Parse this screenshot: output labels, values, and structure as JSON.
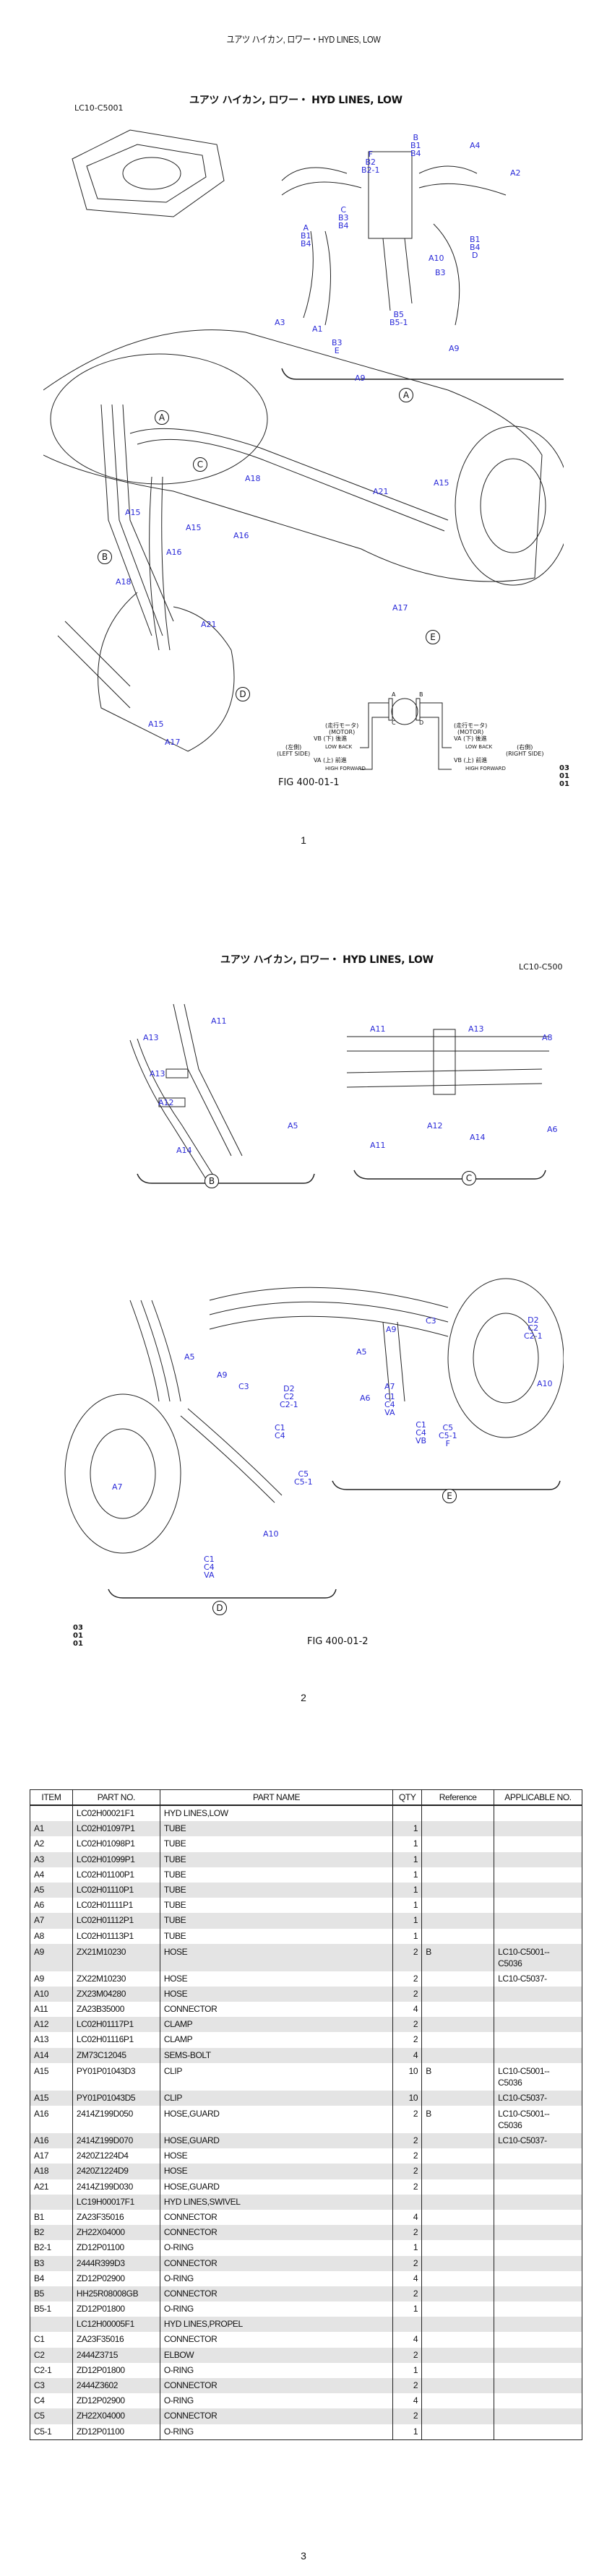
{
  "header_title": "ユアツ ハイカン, ロワー・HYD LINES, LOW",
  "pages": [
    {
      "drawing_title": "ユアツ ハイカン, ロワー・  HYD LINES, LOW",
      "model_code": "LC10-C5001",
      "fig_label": "FIG 400-01-1",
      "revision": [
        "03",
        "01",
        "01"
      ],
      "page_number": "1",
      "detail_circles": [
        "A",
        "A",
        "C",
        "B",
        "D",
        "E"
      ],
      "callouts": [
        "B\nB1\nB4",
        "F\nB2\nB2-1",
        "A4",
        "A2",
        "C\nB3\nB4",
        "A\nB1\nB4",
        "A10",
        "B1\nB4\nD",
        "B3",
        "A3",
        "A1",
        "B3\nE",
        "B5\nB5-1",
        "A9",
        "A9",
        "A18",
        "A15",
        "A15",
        "A16",
        "A16",
        "A18",
        "A21",
        "A15",
        "A17",
        "A21",
        "A15",
        "A17"
      ],
      "schematic": {
        "ports": [
          "A",
          "B",
          "C",
          "D"
        ],
        "left_motor": "(走行モータ)\n(MOTOR)",
        "right_motor": "(走行モータ)\n(MOTOR)",
        "left_side": "(左側)\n(LEFT SIDE)",
        "right_side": "(右側)\n(RIGHT SIDE)",
        "left_vb": "VB (下)  後進",
        "left_vb_sub": "LOW     BACK",
        "left_va": "VA (上)  前進",
        "left_va_sub": "HIGH   FORWARD",
        "right_va": "VA (下)  後進",
        "right_va_sub": "LOW     BACK",
        "right_vb": "VB (上)  前進",
        "right_vb_sub": "HIGH   FORWARD"
      }
    },
    {
      "drawing_title": "ユアツ ハイカン, ロワー・  HYD LINES, LOW",
      "model_code": "LC10-C500",
      "fig_label": "FIG 400-01-2",
      "revision": [
        "03",
        "01",
        "01"
      ],
      "page_number": "2",
      "detail_circles": [
        "B",
        "C",
        "E",
        "D"
      ],
      "callouts": [
        "A11",
        "A13",
        "A13",
        "A12",
        "A5",
        "A14",
        "A11",
        "A13",
        "A8",
        "A12",
        "A14",
        "A6",
        "A11",
        "D2\nC2\nC2-1",
        "A9",
        "C3",
        "A5",
        "A7",
        "A6",
        "C1\nC4\nVA",
        "C1\nC4\nVB",
        "C5\nC5-1\nF",
        "A10",
        "A5",
        "A9",
        "C3",
        "D2\nC2\nC2-1",
        "C1\nC4",
        "A7",
        "C5\nC5-1",
        "A10",
        "C1\nC4\nVA"
      ]
    }
  ],
  "parts_table": {
    "headers": [
      "ITEM",
      "PART NO.",
      "PART NAME",
      "QTY",
      "Reference",
      "APPLICABLE NO."
    ],
    "rows": [
      [
        "",
        "LC02H00021F1",
        "HYD LINES,LOW",
        "",
        "",
        ""
      ],
      [
        "A1",
        "LC02H01097P1",
        "TUBE",
        "1",
        "",
        ""
      ],
      [
        "A2",
        "LC02H01098P1",
        "TUBE",
        "1",
        "",
        ""
      ],
      [
        "A3",
        "LC02H01099P1",
        "TUBE",
        "1",
        "",
        ""
      ],
      [
        "A4",
        "LC02H01100P1",
        "TUBE",
        "1",
        "",
        ""
      ],
      [
        "A5",
        "LC02H01110P1",
        "TUBE",
        "1",
        "",
        ""
      ],
      [
        "A6",
        "LC02H01111P1",
        "TUBE",
        "1",
        "",
        ""
      ],
      [
        "A7",
        "LC02H01112P1",
        "TUBE",
        "1",
        "",
        ""
      ],
      [
        "A8",
        "LC02H01113P1",
        "TUBE",
        "1",
        "",
        ""
      ],
      [
        "A9",
        "ZX21M10230",
        "HOSE",
        "2",
        "B",
        "LC10-C5001--\nC5036"
      ],
      [
        "A9",
        "ZX22M10230",
        "HOSE",
        "2",
        "",
        "LC10-C5037-"
      ],
      [
        "A10",
        "ZX23M04280",
        "HOSE",
        "2",
        "",
        ""
      ],
      [
        "A11",
        "ZA23B35000",
        "CONNECTOR",
        "4",
        "",
        ""
      ],
      [
        "A12",
        "LC02H01117P1",
        "CLAMP",
        "2",
        "",
        ""
      ],
      [
        "A13",
        "LC02H01116P1",
        "CLAMP",
        "2",
        "",
        ""
      ],
      [
        "A14",
        "ZM73C12045",
        "SEMS-BOLT",
        "4",
        "",
        ""
      ],
      [
        "A15",
        "PY01P01043D3",
        "CLIP",
        "10",
        "B",
        "LC10-C5001--\nC5036"
      ],
      [
        "A15",
        "PY01P01043D5",
        "CLIP",
        "10",
        "",
        "LC10-C5037-"
      ],
      [
        "A16",
        "2414Z199D050",
        "HOSE,GUARD",
        "2",
        "B",
        "LC10-C5001--\nC5036"
      ],
      [
        "A16",
        "2414Z199D070",
        "HOSE,GUARD",
        "2",
        "",
        "LC10-C5037-"
      ],
      [
        "A17",
        "2420Z1224D4",
        "HOSE",
        "2",
        "",
        ""
      ],
      [
        "A18",
        "2420Z1224D9",
        "HOSE",
        "2",
        "",
        ""
      ],
      [
        "A21",
        "2414Z199D030",
        "HOSE,GUARD",
        "2",
        "",
        ""
      ],
      [
        "",
        "LC19H00017F1",
        "HYD LINES,SWIVEL",
        "",
        "",
        ""
      ],
      [
        "B1",
        "ZA23F35016",
        "CONNECTOR",
        "4",
        "",
        ""
      ],
      [
        "B2",
        "ZH22X04000",
        "CONNECTOR",
        "2",
        "",
        ""
      ],
      [
        "B2-1",
        "ZD12P01100",
        "O-RING",
        "1",
        "",
        ""
      ],
      [
        "B3",
        "2444R399D3",
        "CONNECTOR",
        "2",
        "",
        ""
      ],
      [
        "B4",
        "ZD12P02900",
        "O-RING",
        "4",
        "",
        ""
      ],
      [
        "B5",
        "HH25R08008GB",
        "CONNECTOR",
        "2",
        "",
        ""
      ],
      [
        "B5-1",
        "ZD12P01800",
        "O-RING",
        "1",
        "",
        ""
      ],
      [
        "",
        "LC12H00005F1",
        "HYD LINES,PROPEL",
        "",
        "",
        ""
      ],
      [
        "C1",
        "ZA23F35016",
        "CONNECTOR",
        "4",
        "",
        ""
      ],
      [
        "C2",
        "2444Z3715",
        "ELBOW",
        "2",
        "",
        ""
      ],
      [
        "C2-1",
        "ZD12P01800",
        "O-RING",
        "1",
        "",
        ""
      ],
      [
        "C3",
        "2444Z3602",
        "CONNECTOR",
        "2",
        "",
        ""
      ],
      [
        "C4",
        "ZD12P02900",
        "O-RING",
        "4",
        "",
        ""
      ],
      [
        "C5",
        "ZH22X04000",
        "CONNECTOR",
        "2",
        "",
        ""
      ],
      [
        "C5-1",
        "ZD12P01100",
        "O-RING",
        "1",
        "",
        ""
      ]
    ],
    "page_number": "3"
  }
}
